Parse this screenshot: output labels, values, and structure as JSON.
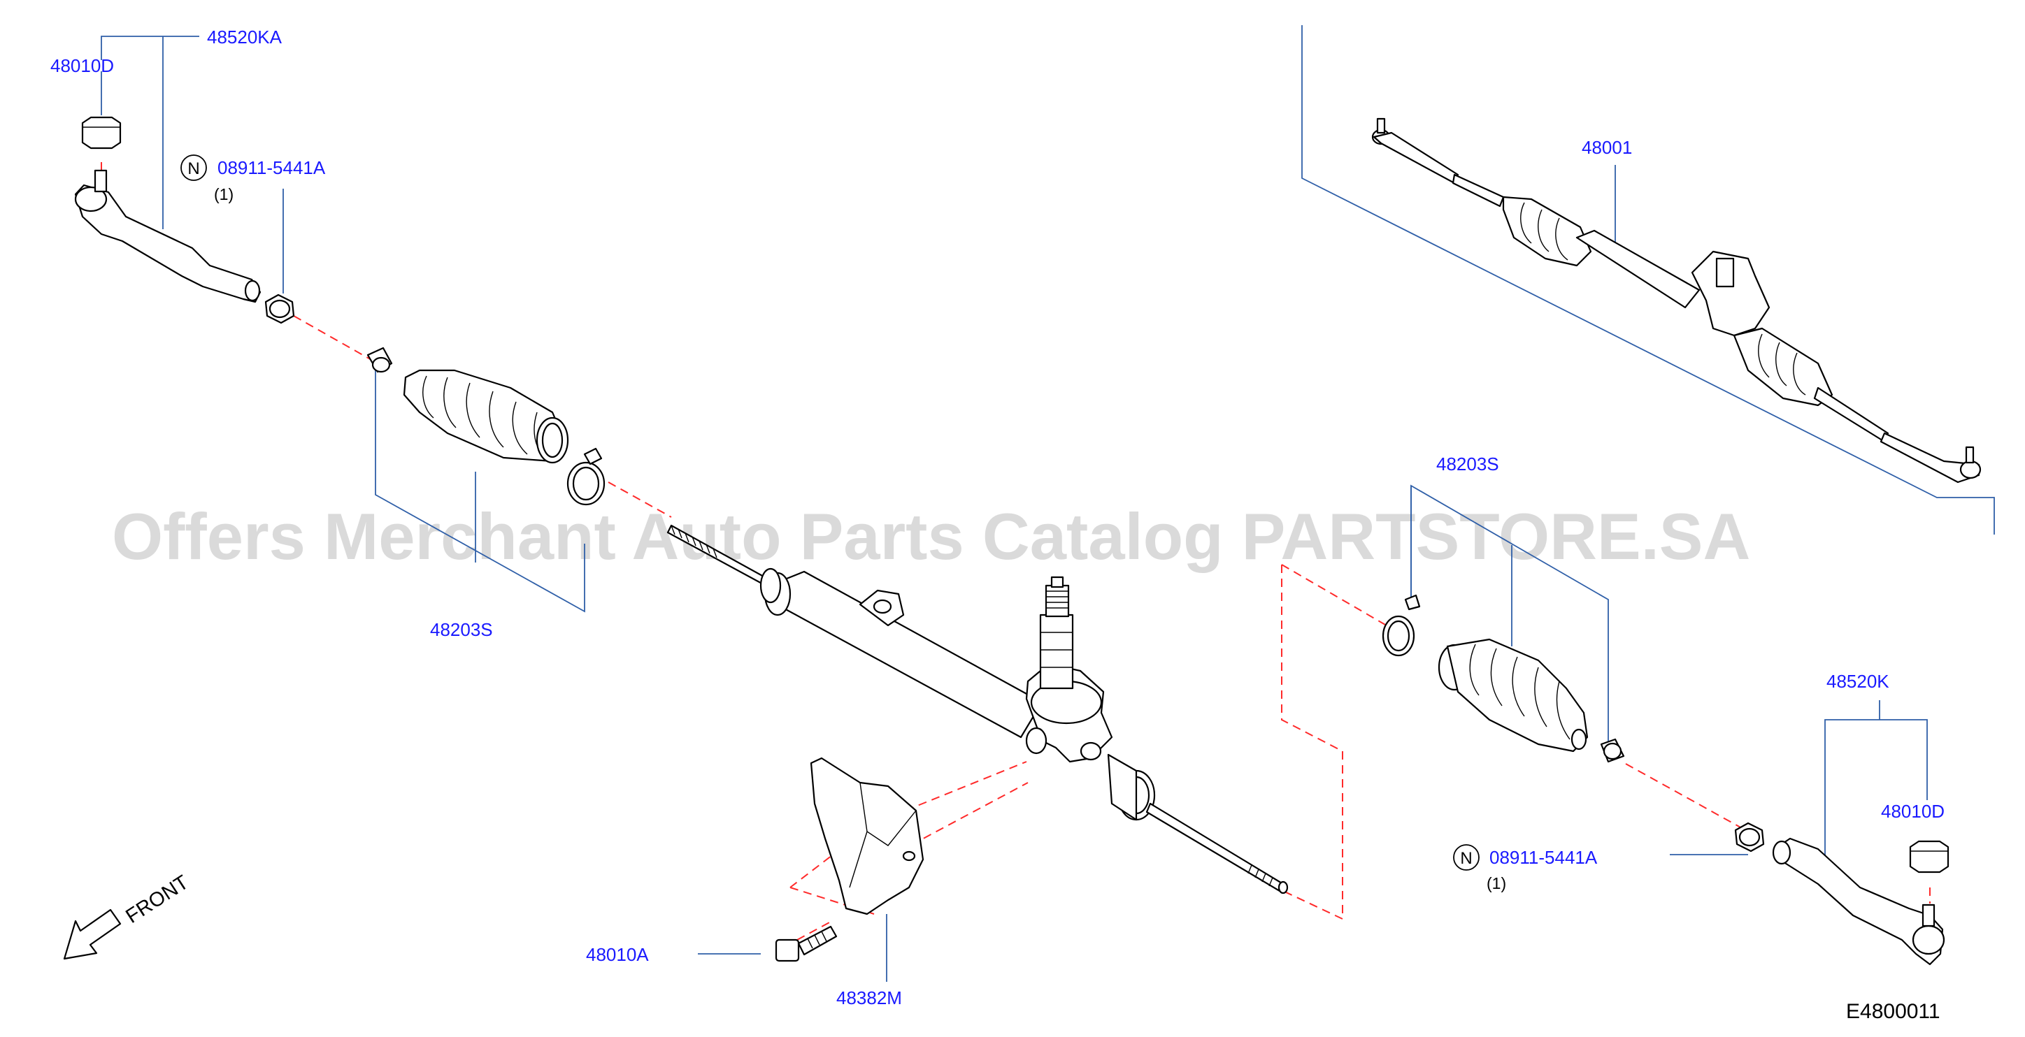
{
  "watermark": "Offers Merchant Auto Parts Catalog PARTSTORE.SA",
  "diagram_code": "E4800011",
  "front_label": "FRONT",
  "n_symbol": "N",
  "colors": {
    "label": "#1a1aff",
    "leader": "#2f5fa8",
    "centerline": "#ff2a2a",
    "watermark": "#d3d3d3"
  },
  "labels": {
    "p48520KA": "48520KA",
    "p48010D_left": "48010D",
    "p08911_left": "08911-5441A",
    "qty_left": "(1)",
    "p48203S_left": "48203S",
    "p48001": "48001",
    "p48203S_right": "48203S",
    "p48520K": "48520K",
    "p48010D_right": "48010D",
    "p08911_right": "08911-5441A",
    "qty_right": "(1)",
    "p48010A": "48010A",
    "p48382M": "48382M"
  }
}
